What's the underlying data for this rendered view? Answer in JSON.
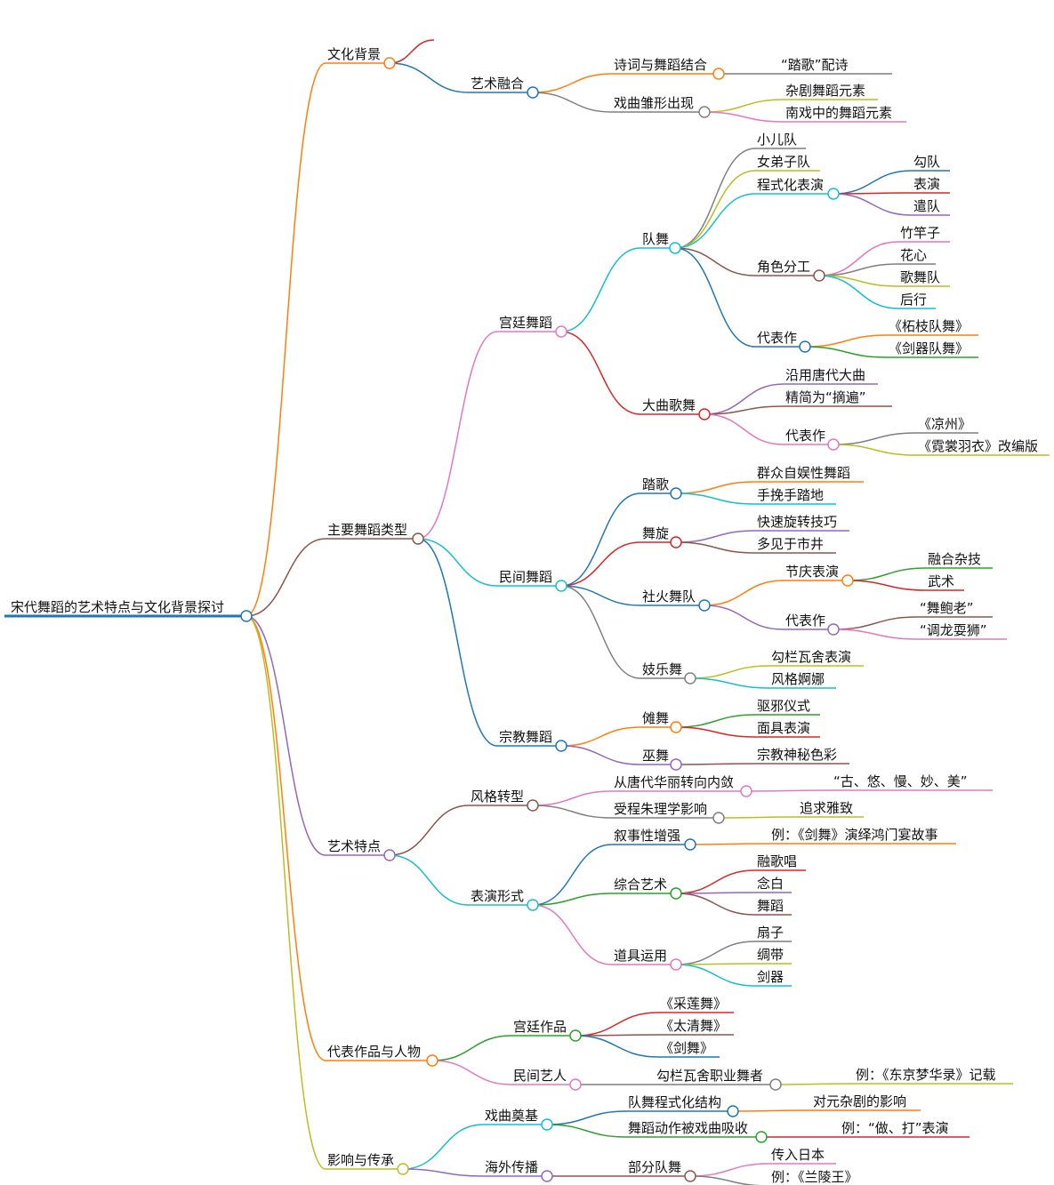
{
  "root": {
    "label": "宋代舞蹈的艺术特点与文化背景探讨",
    "color": "#1f77b4",
    "children": [
      {
        "label": "文化背景",
        "color": "#ff7f0e",
        "children": [
          {
            "label": "",
            "color": "#d62728",
            "children": []
          },
          {
            "label": "艺术融合",
            "color": "#1f77b4",
            "children": [
              {
                "label": "诗词与舞蹈结合",
                "color": "#ff7f0e",
                "children": [
                  {
                    "label": "“踏歌”配诗",
                    "color": "#7f7f7f"
                  }
                ]
              },
              {
                "label": "戏曲雏形出现",
                "color": "#7f7f7f",
                "children": [
                  {
                    "label": "杂剧舞蹈元素",
                    "color": "#bcbd22"
                  },
                  {
                    "label": "南戏中的舞蹈元素",
                    "color": "#e377c2"
                  }
                ]
              }
            ]
          }
        ]
      },
      {
        "label": "主要舞蹈类型",
        "color": "#8c564b",
        "children": [
          {
            "label": "宫廷舞蹈",
            "color": "#e377c2",
            "children": [
              {
                "label": "队舞",
                "color": "#17becf",
                "children": [
                  {
                    "label": "小儿队",
                    "color": "#7f7f7f"
                  },
                  {
                    "label": "女弟子队",
                    "color": "#bcbd22"
                  },
                  {
                    "label": "程式化表演",
                    "color": "#17becf",
                    "children": [
                      {
                        "label": "勾队",
                        "color": "#1f77b4"
                      },
                      {
                        "label": "表演",
                        "color": "#d62728"
                      },
                      {
                        "label": "遣队",
                        "color": "#9467bd"
                      }
                    ]
                  },
                  {
                    "label": "角色分工",
                    "color": "#8c564b",
                    "children": [
                      {
                        "label": "竹竿子",
                        "color": "#e377c2"
                      },
                      {
                        "label": "花心",
                        "color": "#7f7f7f"
                      },
                      {
                        "label": "歌舞队",
                        "color": "#bcbd22"
                      },
                      {
                        "label": "后行",
                        "color": "#17becf"
                      }
                    ]
                  },
                  {
                    "label": "代表作",
                    "color": "#1f77b4",
                    "children": [
                      {
                        "label": "《柘枝队舞》",
                        "color": "#ff7f0e"
                      },
                      {
                        "label": "《剑器队舞》",
                        "color": "#2ca02c"
                      }
                    ]
                  }
                ]
              },
              {
                "label": "大曲歌舞",
                "color": "#d62728",
                "children": [
                  {
                    "label": "沿用唐代大曲",
                    "color": "#9467bd"
                  },
                  {
                    "label": "精简为“摘遍”",
                    "color": "#8c564b"
                  },
                  {
                    "label": "代表作",
                    "color": "#e377c2",
                    "children": [
                      {
                        "label": "《凉州》",
                        "color": "#7f7f7f"
                      },
                      {
                        "label": "《霓裳羽衣》改编版",
                        "color": "#bcbd22"
                      }
                    ]
                  }
                ]
              }
            ]
          },
          {
            "label": "民间舞蹈",
            "color": "#17becf",
            "children": [
              {
                "label": "踏歌",
                "color": "#1f77b4",
                "children": [
                  {
                    "label": "群众自娱性舞蹈",
                    "color": "#ff7f0e"
                  },
                  {
                    "label": "手挽手踏地",
                    "color": "#17becf"
                  }
                ]
              },
              {
                "label": "舞旋",
                "color": "#d62728",
                "children": [
                  {
                    "label": "快速旋转技巧",
                    "color": "#9467bd"
                  },
                  {
                    "label": "多见于市井",
                    "color": "#8c564b"
                  }
                ]
              },
              {
                "label": "社火舞队",
                "color": "#1f77b4",
                "children": [
                  {
                    "label": "节庆表演",
                    "color": "#ff7f0e",
                    "children": [
                      {
                        "label": "融合杂技",
                        "color": "#2ca02c"
                      },
                      {
                        "label": "武术",
                        "color": "#d62728"
                      }
                    ]
                  },
                  {
                    "label": "代表作",
                    "color": "#9467bd",
                    "children": [
                      {
                        "label": "“舞鲍老”",
                        "color": "#8c564b"
                      },
                      {
                        "label": "“调龙耍狮”",
                        "color": "#e377c2"
                      }
                    ]
                  }
                ]
              },
              {
                "label": "妓乐舞",
                "color": "#7f7f7f",
                "children": [
                  {
                    "label": "勾栏瓦舍表演",
                    "color": "#bcbd22"
                  },
                  {
                    "label": "风格婀娜",
                    "color": "#17becf"
                  }
                ]
              }
            ]
          },
          {
            "label": "宗教舞蹈",
            "color": "#1f77b4",
            "children": [
              {
                "label": "傩舞",
                "color": "#ff7f0e",
                "children": [
                  {
                    "label": "驱邪仪式",
                    "color": "#2ca02c"
                  },
                  {
                    "label": "面具表演",
                    "color": "#d62728"
                  }
                ]
              },
              {
                "label": "巫舞",
                "color": "#9467bd",
                "children": [
                  {
                    "label": "宗教神秘色彩",
                    "color": "#8c564b"
                  }
                ]
              }
            ]
          }
        ]
      },
      {
        "label": "艺术特点",
        "color": "#9467bd",
        "children": [
          {
            "label": "风格转型",
            "color": "#8c564b",
            "children": [
              {
                "label": "从唐代华丽转向内敛",
                "color": "#e377c2",
                "children": [
                  {
                    "label": "“古、悠、慢、妙、美”",
                    "color": "#e377c2"
                  }
                ]
              },
              {
                "label": "受程朱理学影响",
                "color": "#7f7f7f",
                "children": [
                  {
                    "label": "追求雅致",
                    "color": "#bcbd22"
                  }
                ]
              }
            ]
          },
          {
            "label": "表演形式",
            "color": "#17becf",
            "children": [
              {
                "label": "叙事性增强",
                "color": "#1f77b4",
                "children": [
                  {
                    "label": "例：《剑舞》演绎鸿门宴故事",
                    "color": "#ff7f0e"
                  }
                ]
              },
              {
                "label": "综合艺术",
                "color": "#2ca02c",
                "children": [
                  {
                    "label": "融歌唱",
                    "color": "#d62728"
                  },
                  {
                    "label": "念白",
                    "color": "#9467bd"
                  },
                  {
                    "label": "舞蹈",
                    "color": "#8c564b"
                  }
                ]
              },
              {
                "label": "道具运用",
                "color": "#e377c2",
                "children": [
                  {
                    "label": "扇子",
                    "color": "#7f7f7f"
                  },
                  {
                    "label": "绸带",
                    "color": "#bcbd22"
                  },
                  {
                    "label": "剑器",
                    "color": "#17becf"
                  }
                ]
              }
            ]
          }
        ]
      },
      {
        "label": "代表作品与人物",
        "color": "#ff7f0e",
        "children": [
          {
            "label": "宫廷作品",
            "color": "#2ca02c",
            "children": [
              {
                "label": "《采莲舞》",
                "color": "#d62728"
              },
              {
                "label": "《太清舞》",
                "color": "#8c564b"
              },
              {
                "label": "《剑舞》",
                "color": "#1f77b4"
              }
            ]
          },
          {
            "label": "民间艺人",
            "color": "#e377c2",
            "children": [
              {
                "label": "勾栏瓦舍职业舞者",
                "color": "#7f7f7f",
                "children": [
                  {
                    "label": "例：《东京梦华录》记载",
                    "color": "#bcbd22"
                  }
                ]
              }
            ]
          }
        ]
      },
      {
        "label": "影响与传承",
        "color": "#bcbd22",
        "children": [
          {
            "label": "戏曲奠基",
            "color": "#17becf",
            "children": [
              {
                "label": "队舞程式化结构",
                "color": "#1f77b4",
                "children": [
                  {
                    "label": "对元杂剧的影响",
                    "color": "#ff7f0e"
                  }
                ]
              },
              {
                "label": "舞蹈动作被戏曲吸收",
                "color": "#2ca02c",
                "children": [
                  {
                    "label": "例：“做、打”表演",
                    "color": "#d62728"
                  }
                ]
              }
            ]
          },
          {
            "label": "海外传播",
            "color": "#9467bd",
            "children": [
              {
                "label": "部分队舞",
                "color": "#8c564b",
                "children": [
                  {
                    "label": "传入日本",
                    "color": "#e377c2"
                  },
                  {
                    "label": "例：《兰陵王》",
                    "color": "#7f7f7f"
                  }
                ]
              }
            ]
          }
        ]
      }
    ]
  }
}
